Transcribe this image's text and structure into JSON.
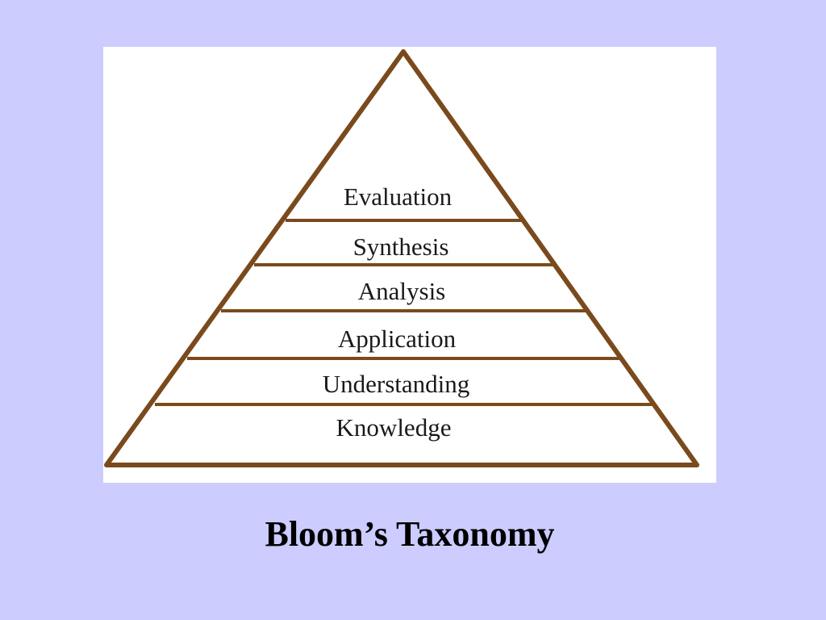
{
  "slide": {
    "title": "Bloom’s Taxonomy"
  },
  "pyramid": {
    "levels": [
      {
        "label": "Evaluation"
      },
      {
        "label": "Synthesis"
      },
      {
        "label": "Analysis"
      },
      {
        "label": "Application"
      },
      {
        "label": "Understanding"
      },
      {
        "label": "Knowledge"
      }
    ]
  },
  "colors": {
    "background": "#ccccff",
    "panel": "#ffffff",
    "pyramid_outline": "#7a4a1c",
    "text": "#1a1a1a"
  }
}
